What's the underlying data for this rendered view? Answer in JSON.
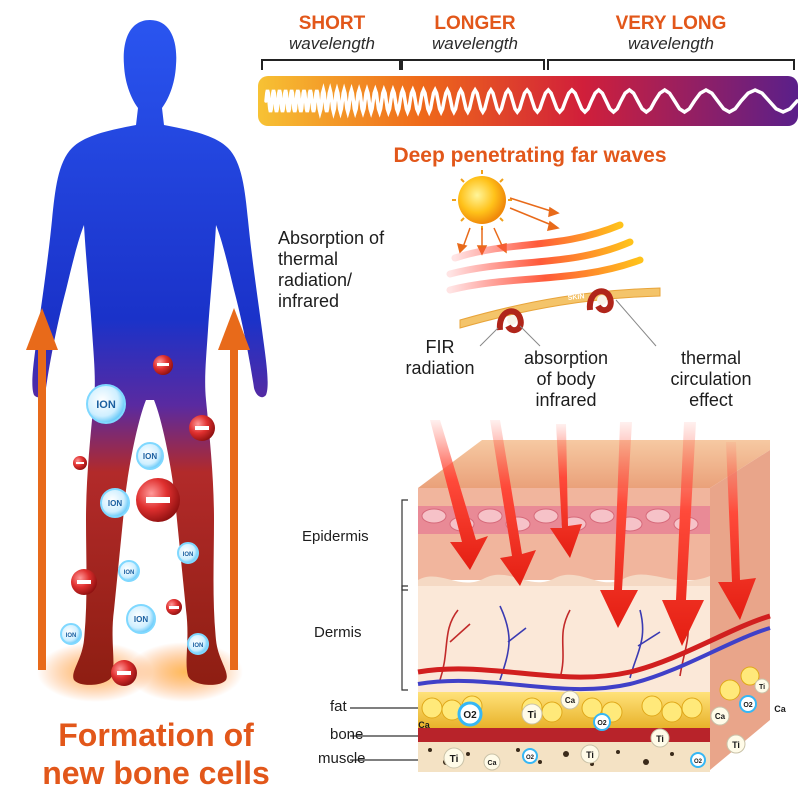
{
  "wavelengths": [
    {
      "label": "SHORT",
      "sub": "wavelength"
    },
    {
      "label": "LONGER",
      "sub": "wavelength"
    },
    {
      "label": "VERY LONG",
      "sub": "wavelength"
    }
  ],
  "deep_title": "Deep penetrating far waves",
  "absorption_label": "Absorption of thermal radiation/ infrared",
  "fir_label": "FIR radiation",
  "body_absorption_label": "absorption of body infrared",
  "thermal_label": "thermal circulation effect",
  "skin_label": "SKIN",
  "layers": {
    "epidermis": "Epidermis",
    "dermis": "Dermis",
    "fat": "fat",
    "bone": "bone",
    "muscle": "muscle"
  },
  "ion_label": "ION",
  "elements": {
    "o2": "O2",
    "ti": "Ti",
    "ca": "Ca"
  },
  "bottom_title": "Formation of new bone cells",
  "colors": {
    "accent": "#e2571a",
    "body_blue": "#1a3fd6",
    "body_red": "#b5261b"
  }
}
